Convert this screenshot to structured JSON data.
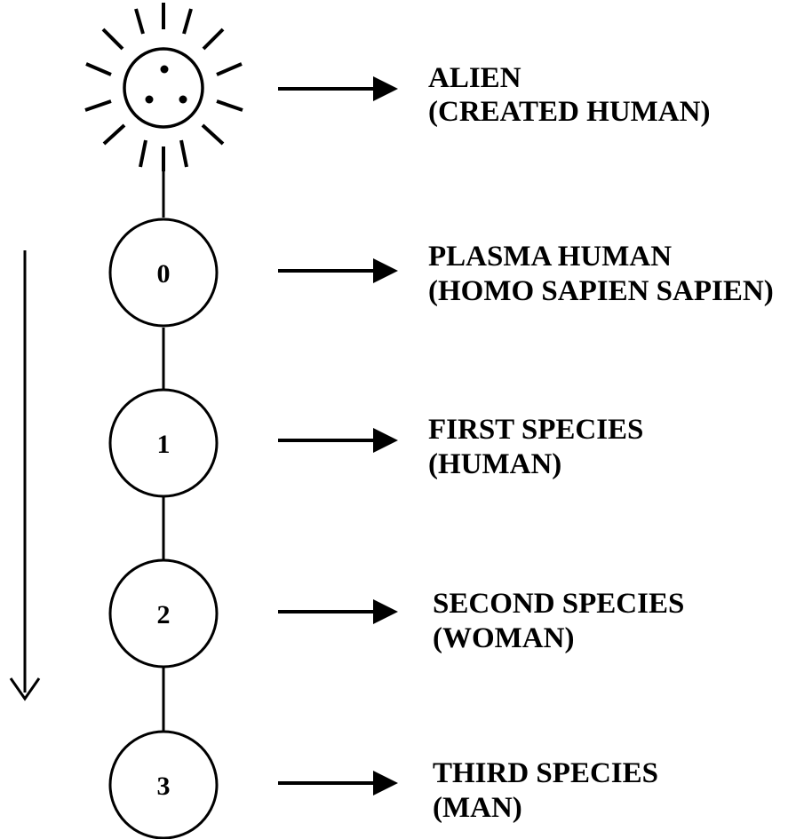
{
  "nodes": [
    {
      "id": "alien",
      "symbol": "",
      "line1": "ALIEN",
      "line2": "(CREATED HUMAN)"
    },
    {
      "id": "0",
      "symbol": "0",
      "line1": "PLASMA HUMAN",
      "line2": "(HOMO SAPIEN SAPIEN)"
    },
    {
      "id": "1",
      "symbol": "1",
      "line1": "FIRST SPECIES",
      "line2": "(HUMAN)"
    },
    {
      "id": "2",
      "symbol": "2",
      "line1": "SECOND SPECIES",
      "line2": "(WOMAN)"
    },
    {
      "id": "3",
      "symbol": "3",
      "line1": "THIRD SPECIES",
      "line2": "(MAN)"
    }
  ],
  "colors": {
    "stroke": "#000000",
    "background": "#ffffff"
  },
  "icons": {
    "origin": "alien-sun-icon",
    "flow": "downward-arrow-icon"
  }
}
